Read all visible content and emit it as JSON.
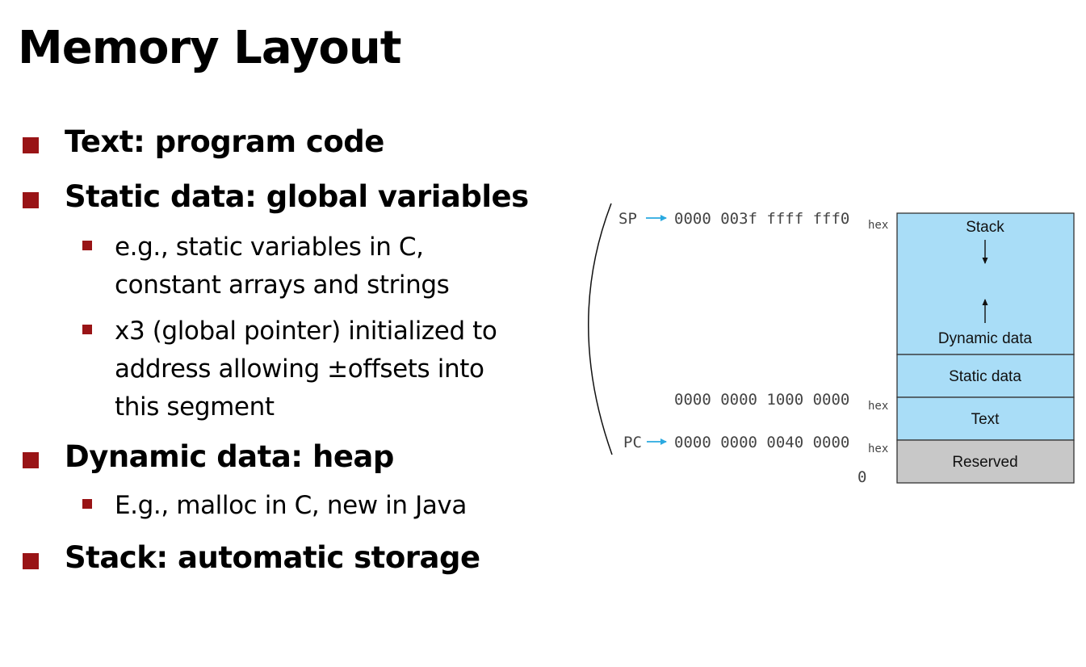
{
  "slide": {
    "title": "Memory Layout"
  },
  "bullets": [
    {
      "text": "Text: program code"
    },
    {
      "text": "Static data: global variables",
      "subs": [
        "e.g., static variables in C, constant arrays and strings",
        "x3 (global pointer) initialized to address allowing ±offsets into this segment"
      ]
    },
    {
      "text": "Dynamic data: heap",
      "subs": [
        "E.g., malloc in C, new in Java"
      ]
    },
    {
      "text": "Stack: automatic storage"
    }
  ],
  "diagram": {
    "segments": {
      "stack": "Stack",
      "dynamic": "Dynamic data",
      "static": "Static data",
      "text": "Text",
      "reserved": "Reserved"
    },
    "pointers": {
      "sp": "SP",
      "pc": "PC"
    },
    "addresses": {
      "sp_addr": "0000 003f ffff fff0",
      "static_addr": "0000 0000 1000 0000",
      "pc_addr": "0000 0000 0040 0000",
      "zero": "0",
      "suffix": "hex"
    },
    "colors": {
      "segment_fill": "#a9ddf7",
      "reserved_fill": "#c8c8c8",
      "arrow": "#2aa9e0",
      "bullet": "#991416"
    }
  }
}
